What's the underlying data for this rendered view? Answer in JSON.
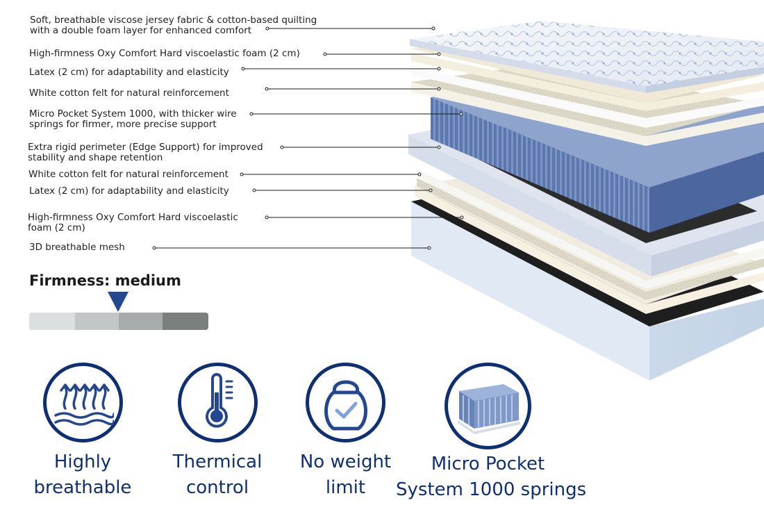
{
  "layers": [
    {
      "line1": "Soft, breathable viscose jersey fabric & cotton-based quilting",
      "line2": "with a double foam layer for enhanced comfort"
    },
    {
      "line1": "High-firmness Oxy Comfort Hard viscoelastic foam (2 cm)",
      "line2": ""
    },
    {
      "line1": "Latex (2 cm) for adaptability and elasticity",
      "line2": ""
    },
    {
      "line1": "White cotton felt for natural reinforcement",
      "line2": ""
    },
    {
      "line1": "Micro Pocket System 1000, with thicker wire",
      "line2": "springs for firmer, more precise support"
    },
    {
      "line1": "Extra rigid perimeter (Edge Support) for improved",
      "line2": "stability and shape retention"
    },
    {
      "line1": "White cotton felt for natural reinforcement",
      "line2": ""
    },
    {
      "line1": "Latex (2 cm) for adaptability and elasticity",
      "line2": ""
    },
    {
      "line1": "High-firmness Oxy Comfort Hard viscoelastic",
      "line2": "foam (2 cm)"
    },
    {
      "line1": "3D breathable mesh",
      "line2": ""
    }
  ],
  "firmness": {
    "title": "Firmness: medium",
    "level_fraction": 0.5,
    "scale_colors": [
      "#dcdfdf",
      "#c2c6c6",
      "#a7abab",
      "#7b7f7e"
    ]
  },
  "features": [
    {
      "icon": "breathable-arrows-icon",
      "line1": "Highly",
      "line2": "breathable"
    },
    {
      "icon": "thermometer-icon",
      "line1": "Thermical",
      "line2": "control"
    },
    {
      "icon": "kettlebell-icon",
      "line1": "No weight",
      "line2": "limit"
    },
    {
      "icon": "pocket-springs-icon",
      "line1": "Micro Pocket",
      "line2": "System 1000 springs"
    }
  ],
  "colors": {
    "navy": "#0e2f72",
    "accent": "#24478f",
    "spring_blue": "#5a76ad",
    "base_blue": "#dfe7f2"
  }
}
